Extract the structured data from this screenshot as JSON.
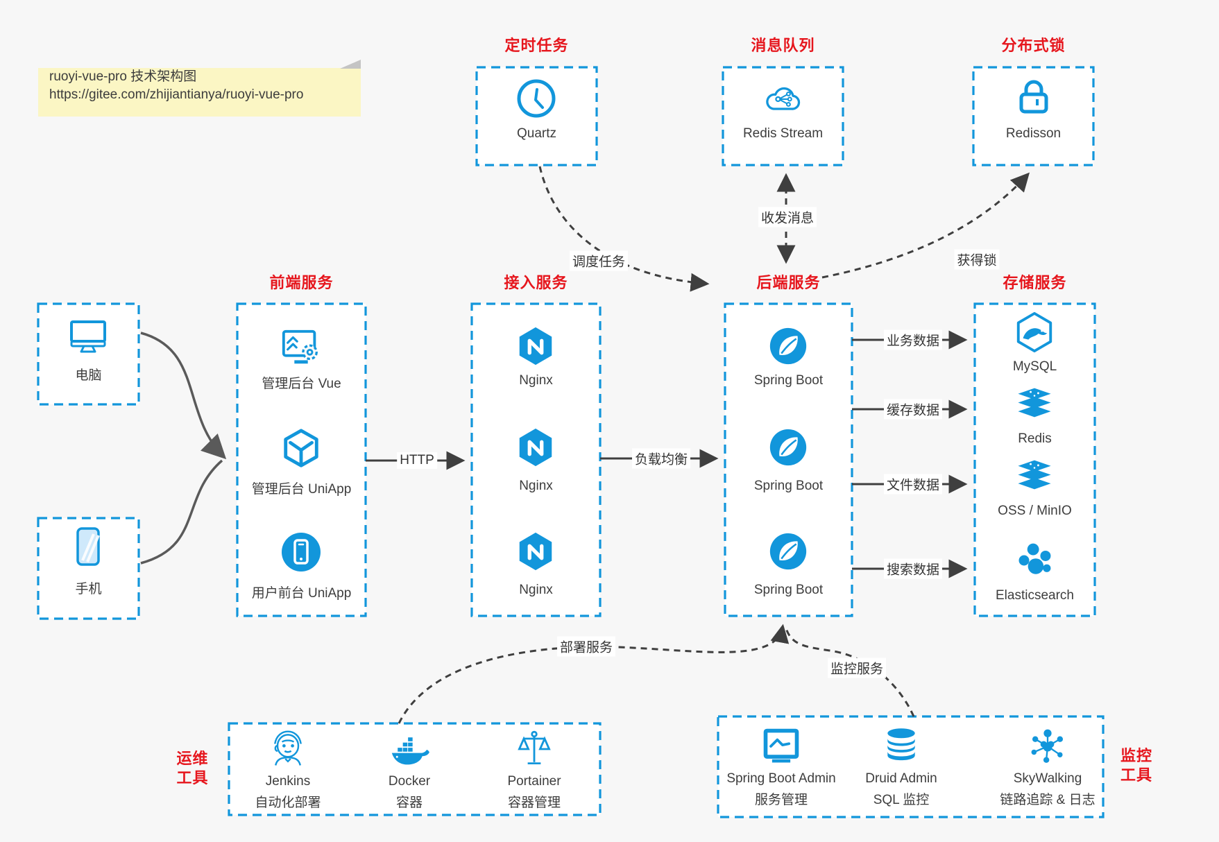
{
  "note": {
    "line1": "ruoyi-vue-pro 技术架构图",
    "line2": "https://gitee.com/zhijiantianya/ruoyi-vue-pro"
  },
  "top_services": [
    {
      "title": "定时任务",
      "label": "Quartz",
      "icon": "clock-icon"
    },
    {
      "title": "消息队列",
      "label": "Redis Stream",
      "icon": "cloud-share-icon"
    },
    {
      "title": "分布式锁",
      "label": "Redisson",
      "icon": "lock-icon"
    }
  ],
  "clients": [
    {
      "label": "电脑",
      "icon": "desktop-icon"
    },
    {
      "label": "手机",
      "icon": "smartphone-icon"
    }
  ],
  "columns": [
    {
      "title": "前端服务",
      "items": [
        {
          "label": "管理后台 Vue",
          "icon": "admin-vue-icon"
        },
        {
          "label": "管理后台 UniApp",
          "icon": "uniapp-cube-icon"
        },
        {
          "label": "用户前台 UniApp",
          "icon": "user-uniapp-icon"
        }
      ]
    },
    {
      "title": "接入服务",
      "items": [
        {
          "label": "Nginx",
          "icon": "nginx-icon"
        },
        {
          "label": "Nginx",
          "icon": "nginx-icon"
        },
        {
          "label": "Nginx",
          "icon": "nginx-icon"
        }
      ]
    },
    {
      "title": "后端服务",
      "items": [
        {
          "label": "Spring Boot",
          "icon": "spring-boot-icon"
        },
        {
          "label": "Spring Boot",
          "icon": "spring-boot-icon"
        },
        {
          "label": "Spring Boot",
          "icon": "spring-boot-icon"
        }
      ]
    },
    {
      "title": "存储服务",
      "items": [
        {
          "label": "MySQL",
          "icon": "mysql-icon"
        },
        {
          "label": "Redis",
          "icon": "redis-icon"
        },
        {
          "label": "OSS / MinIO",
          "icon": "oss-icon"
        },
        {
          "label": "Elasticsearch",
          "icon": "elasticsearch-icon"
        }
      ]
    }
  ],
  "edge_labels": {
    "http": "HTTP",
    "load_balance": "负载均衡",
    "schedule_job": "调度任务",
    "send_receive_msg": "收发消息",
    "acquire_lock": "获得锁",
    "business_data": "业务数据",
    "cache_data": "缓存数据",
    "file_data": "文件数据",
    "search_data": "搜索数据",
    "deploy_service": "部署服务",
    "monitor_service": "监控服务"
  },
  "ops_tools": {
    "title_line1": "运维",
    "title_line2": "工具",
    "items": [
      {
        "label": "Jenkins",
        "sub": "自动化部署",
        "icon": "jenkins-icon"
      },
      {
        "label": "Docker",
        "sub": "容器",
        "icon": "docker-icon"
      },
      {
        "label": "Portainer",
        "sub": "容器管理",
        "icon": "portainer-icon"
      }
    ]
  },
  "monitor_tools": {
    "title_line1": "监控",
    "title_line2": "工具",
    "items": [
      {
        "label": "Spring Boot Admin",
        "sub": "服务管理",
        "icon": "spring-boot-admin-icon"
      },
      {
        "label": "Druid Admin",
        "sub": "SQL 监控",
        "icon": "druid-icon"
      },
      {
        "label": "SkyWalking",
        "sub": "链路追踪 & 日志",
        "icon": "skywalking-icon"
      }
    ]
  },
  "colors": {
    "accent_blue": "#1296db",
    "title_red": "#e6161d",
    "arrow_dark": "#3f3f3f",
    "device_arrow_gray": "#5a5a5a",
    "note_bg": "#fbf6c4",
    "canvas_bg": "#f7f7f7",
    "box_bg": "#ffffff"
  }
}
